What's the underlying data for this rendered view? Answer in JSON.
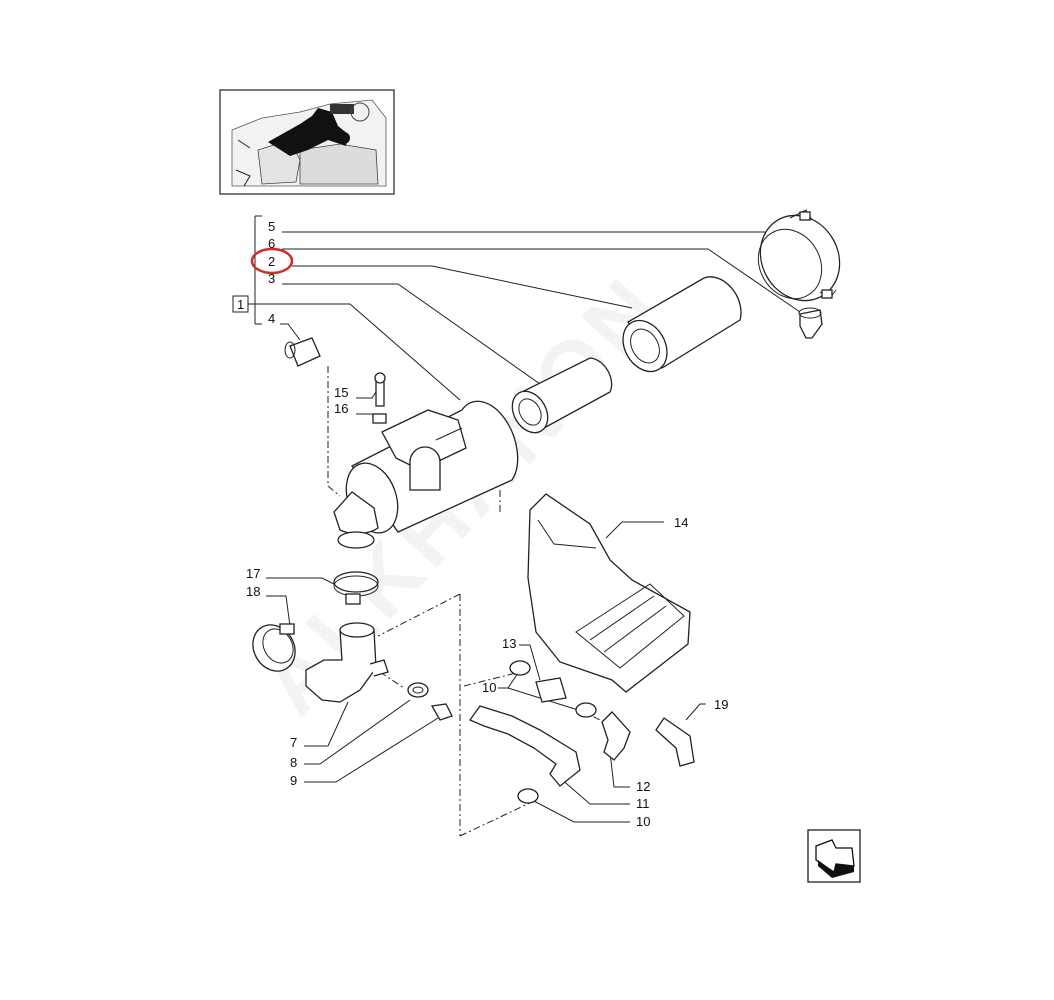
{
  "labels": {
    "p1": "1",
    "p2": "2",
    "p3": "3",
    "p4": "4",
    "p5": "5",
    "p6": "6",
    "p7": "7",
    "p8": "8",
    "p9": "9",
    "p10a": "10",
    "p10b": "10",
    "p11": "11",
    "p12": "12",
    "p13": "13",
    "p14": "14",
    "p15": "15",
    "p16": "16",
    "p17": "17",
    "p18": "18",
    "p19": "19"
  },
  "watermark": "ALKHANON",
  "highlight": {
    "target": "2",
    "color": "#d42a2a"
  },
  "icons": [
    "engine-location-thumbnail-icon",
    "next-page-arrow-icon"
  ]
}
